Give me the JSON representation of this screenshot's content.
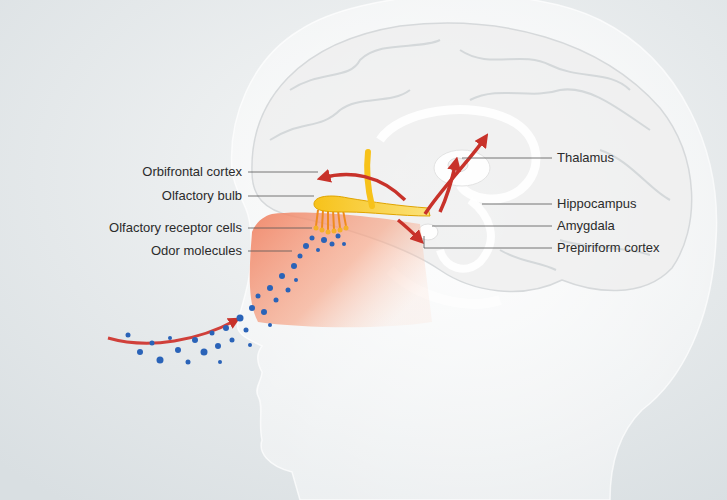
{
  "diagram": {
    "labels": [
      "Orbifrontal cortex",
      "Olfactory bulb",
      "Olfactory receptor cells",
      "Odor molecules",
      "Thalamus",
      "Hippocampus",
      "Amygdala",
      "Prepiriform cortex"
    ]
  }
}
